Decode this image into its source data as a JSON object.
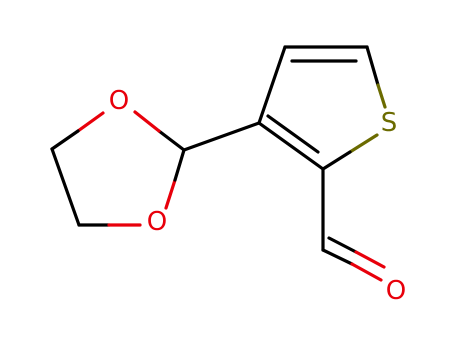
{
  "molecule": {
    "colors": {
      "bond": "#000000",
      "oxygen": "#e8000b",
      "sulfur": "#6b6b00",
      "background": "#ffffff"
    },
    "atoms": [
      {
        "id": "s1",
        "element": "S",
        "label": "S"
      },
      {
        "id": "o_ring_top",
        "element": "O",
        "label": "O"
      },
      {
        "id": "o_ring_bottom",
        "element": "O",
        "label": "O"
      },
      {
        "id": "o_aldehyde",
        "element": "O",
        "label": "O"
      }
    ]
  }
}
